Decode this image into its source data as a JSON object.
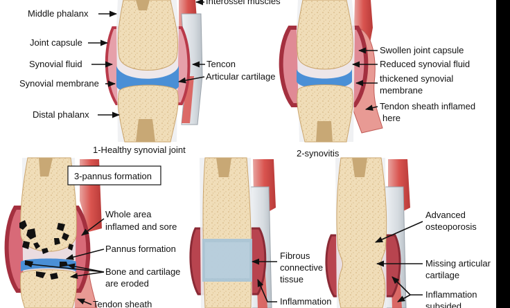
{
  "colors": {
    "background": "#ffffff",
    "frame": "#000000",
    "bone_fill": "#f0ddb8",
    "bone_speckle": "#cfae78",
    "cartilage_blue": "#4a8fd6",
    "capsule_red": "#b93a4a",
    "capsule_pink": "#e08a95",
    "tendon_red": "#d9544f",
    "sheath_gray": "#d6dbe0",
    "fibrous_blue": "#a9c4d6",
    "erosion_black": "#111111"
  },
  "panel1": {
    "caption": "1-Healthy synovial joint",
    "labels": {
      "middle_phalanx": "Middle phalanx",
      "joint_capsule": "Joint capsule",
      "synovial_fluid": "Synovial fluid",
      "synovial_membrane": "Synovial membrane",
      "distal_phalanx": "Distal phalanx",
      "interossei": "Interossei muscles",
      "tendon": "Tencon",
      "articular_cartilage": "Articular cartilage"
    }
  },
  "panel2": {
    "caption": "2-synovitis",
    "labels": {
      "swollen_capsule": "Swollen joint capsule",
      "reduced_fluid": "Reduced synovial fluid",
      "thickened_membrane_1": "thickened synovial",
      "thickened_membrane_2": "membrane",
      "sheath_inflamed_1": "Tendon sheath inflamed",
      "sheath_inflamed_2": "here"
    }
  },
  "panel3": {
    "title": "3-pannus formation",
    "labels": {
      "whole_area_1": "Whole area",
      "whole_area_2": "inflamed and sore",
      "pannus": "Pannus formation",
      "eroded_1": "Bone and cartilage",
      "eroded_2": "are eroded",
      "tendon_sheath": "Tendon sheath"
    }
  },
  "panel4": {
    "labels": {
      "fibrous_1": "Fibrous",
      "fibrous_2": "connective",
      "fibrous_3": "tissue",
      "inflammation": "Inflammation"
    }
  },
  "panel5": {
    "labels": {
      "osteo_1": "Advanced",
      "osteo_2": "osteoporosis",
      "missing_1": "Missing articular",
      "missing_2": "cartilage",
      "subsided_1": "Inflammation",
      "subsided_2": "subsided"
    }
  }
}
